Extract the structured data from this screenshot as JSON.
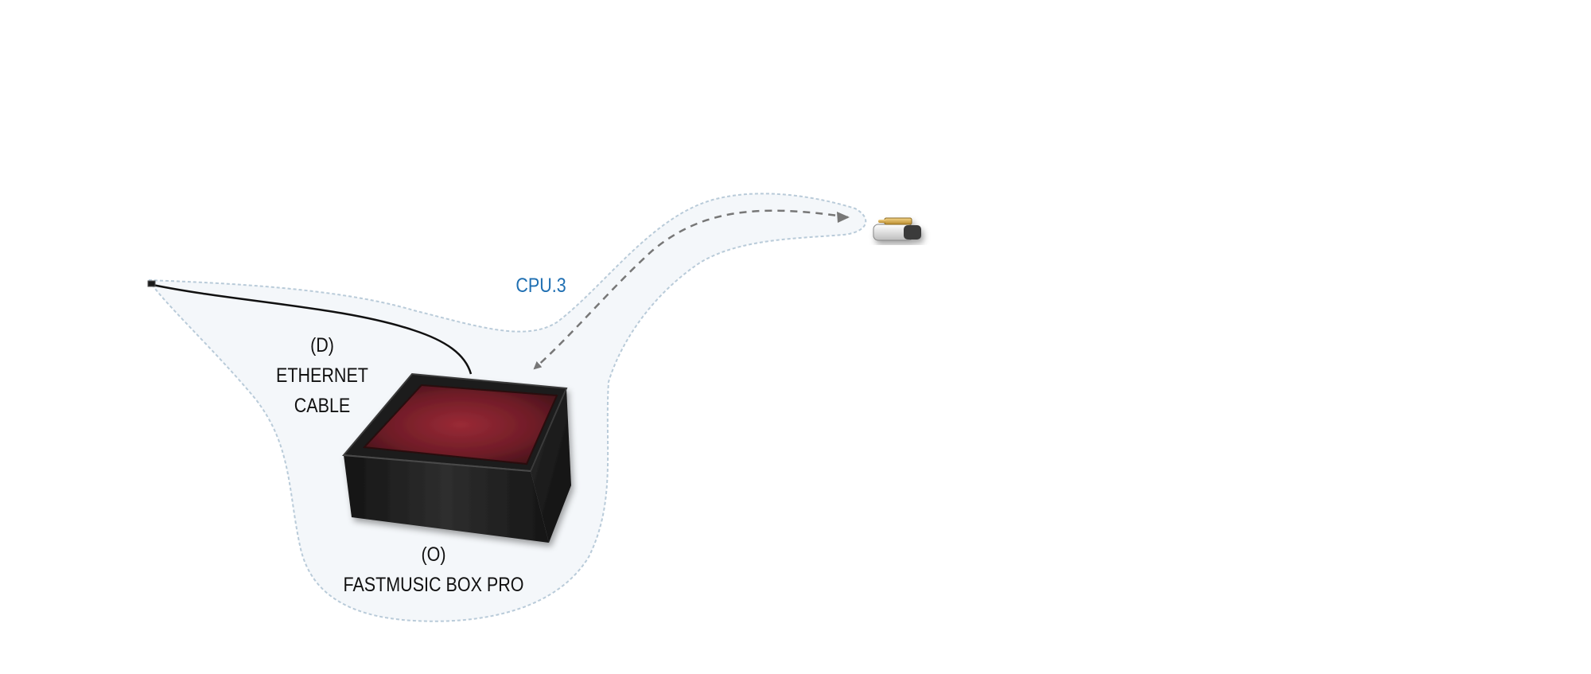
{
  "diagram": {
    "zone_label": "CPU.3",
    "cable": {
      "id": "(D)",
      "name_line1": "ETHERNET",
      "name_line2": "CABLE"
    },
    "device": {
      "id": "(O)",
      "name": "FASTMUSIC BOX PRO"
    },
    "colors": {
      "zone_fill": "#f4f7fa",
      "zone_outline": "#b9cbd9",
      "label_blue": "#1f6fb2",
      "arrow": "#777777",
      "device_body": "#1c1c1c",
      "device_screen": "#7a1f2a"
    },
    "icons": [
      "audio-jack-plug-icon",
      "ethernet-connector-icon"
    ]
  }
}
